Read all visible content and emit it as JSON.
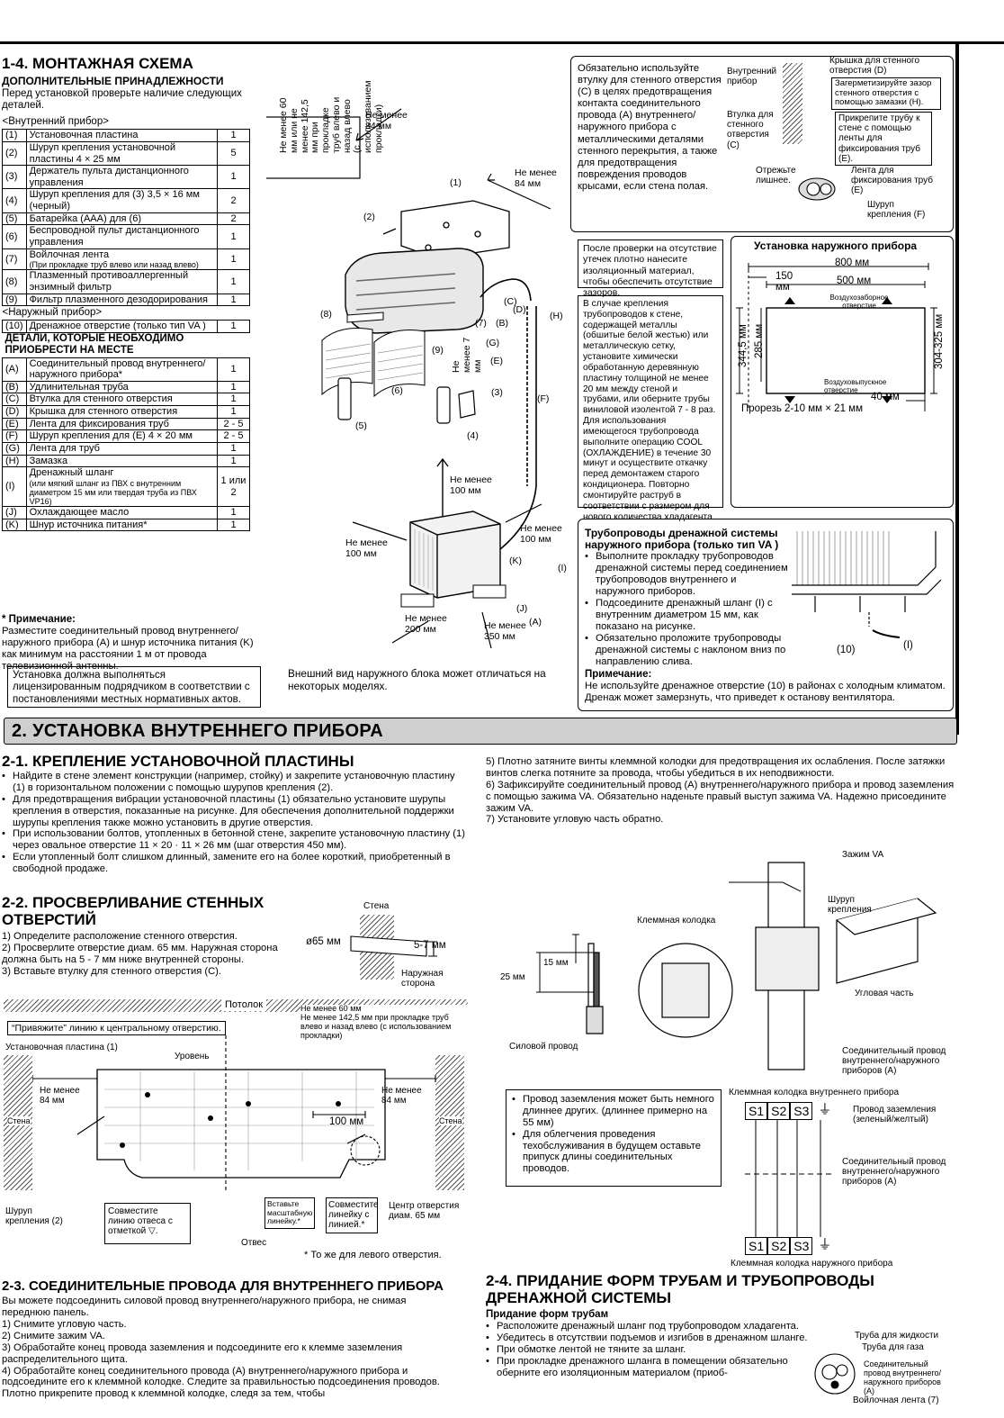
{
  "s14": {
    "title": "1-4. МОНТАЖНАЯ СХЕМА",
    "accessories_title": "ДОПОЛНИТЕЛЬНЫЕ ПРИНАДЛЕЖНОСТИ",
    "accessories_intro": "Перед установкой проверьте наличие следующих деталей.",
    "indoor_header": "<Внутренний прибор>",
    "indoor_rows": [
      {
        "n": "(1)",
        "name": "Установочная пластина",
        "q": "1"
      },
      {
        "n": "(2)",
        "name": "Шуруп крепления установочной пластины 4 × 25 мм",
        "q": "5"
      },
      {
        "n": "(3)",
        "name": "Держатель пульта дистанционного управления",
        "q": "1"
      },
      {
        "n": "(4)",
        "name": "Шуруп крепления для (3) 3,5 × 16 мм (черный)",
        "q": "2"
      },
      {
        "n": "(5)",
        "name": "Батарейка (AAA) для (6)",
        "q": "2"
      },
      {
        "n": "(6)",
        "name": "Беспроводной пульт дистанционного управления",
        "q": "1"
      },
      {
        "n": "(7)",
        "name": "Войлочная лента",
        "note": "(При прокладке труб влево или назад влево)",
        "q": "1"
      },
      {
        "n": "(8)",
        "name": "Плазменный противоаллергенный энзимный фильтр",
        "q": "1"
      },
      {
        "n": "(9)",
        "name": "Фильтр плазменного дезодорирования",
        "q": "1"
      }
    ],
    "outdoor_header": "<Наружный прибор>",
    "outdoor_rows": [
      {
        "n": "(10)",
        "name": "Дренажное отверстие (только тип VA )",
        "q": "1"
      }
    ],
    "onsite_title": "ДЕТАЛИ, КОТОРЫЕ НЕОБХОДИМО ПРИОБРЕСТИ НА МЕСТЕ",
    "onsite_rows": [
      {
        "n": "(A)",
        "name": "Соединительный провод внутреннего/наружного прибора*",
        "q": "1"
      },
      {
        "n": "(B)",
        "name": "Удлинительная труба",
        "q": "1"
      },
      {
        "n": "(C)",
        "name": "Втулка для стенного отверстия",
        "q": "1"
      },
      {
        "n": "(D)",
        "name": "Крышка для стенного отверстия",
        "q": "1"
      },
      {
        "n": "(E)",
        "name": "Лента для фиксирования труб",
        "q": "2 - 5"
      },
      {
        "n": "(F)",
        "name": "Шуруп крепления для (E) 4 × 20 мм",
        "q": "2 - 5"
      },
      {
        "n": "(G)",
        "name": "Лента для труб",
        "q": "1"
      },
      {
        "n": "(H)",
        "name": "Замазка",
        "q": "1"
      },
      {
        "n": "(I)",
        "name": "Дренажный шланг",
        "note": "(или мягкий шланг из ПВХ с внутренним диаметром 15 мм или твердая труба из ПВХ VP16)",
        "q": "1 или 2"
      },
      {
        "n": "(J)",
        "name": "Охлаждающее масло",
        "q": "1"
      },
      {
        "n": "(K)",
        "name": "Шнур источника питания*",
        "q": "1"
      }
    ],
    "note_title": "* Примечание:",
    "note_text": "Разместите соединительный провод внутреннего/наружного прибора (A) и шнур источника питания (K) как минимум на расстоянии 1 м от провода телевизионной антенны.",
    "license_box": "Установка должна выполняться лицензированным подрядчиком в соответствии с постановлениями местных нормативных актов.",
    "outdoor_look": "Внешний вид наружного блока может отличаться на некоторых моделях.",
    "bushing_text": "Обязательно используйте втулку для стенного отверстия (C) в целях предотвращения контакта соединительного провода (A) внутреннего/наружного прибора с металлическими деталями стенного перекрытия, а также для предотвращения повреждения проводов крысами, если стена полая.",
    "leak_text": "После проверки на отсутствие утечек плотно нанесите изоляционный материал, чтобы обеспечить отсутствие зазоров.",
    "metal_wall_text": "В случае крепления трубопроводов к стене, содержащей металлы (обшитые белой жестью) или металлическую сетку, установите химически обработанную деревянную пластину толщиной не менее 20 мм между стеной и трубами, или оберните трубы виниловой изолентой 7 - 8 раз. Для использования имеющегося трубопровода выполните операцию COOL (ОХЛАЖДЕНИЕ) в течение 30 минут и осуществите откачку перед демонтажем старого кондиционера. Повторно смонтируйте раструб в соответствии с размером для нового количества хладагента.",
    "diagram_labels": {
      "min60": "Не менее 60 мм или не менее 142,5 мм при прокладке труб влево и назад влево (с использованием прокладки)",
      "min84_a": "Не менее 84 мм",
      "min84_b": "Не менее 84 мм",
      "min7": "Не менее 7 мм",
      "min100_v": "Не менее 100 мм",
      "min100_l": "Не менее 100 мм",
      "min100_r": "Не менее 100 мм",
      "min200": "Не менее 200 мм",
      "min350": "Не менее 350 мм",
      "p1": "(1)",
      "p2": "(2)",
      "p3": "(3)",
      "p4": "(4)",
      "p5": "(5)",
      "p6": "(6)",
      "p7": "(7)",
      "p8": "(8)",
      "p9": "(9)",
      "pA": "(A)",
      "pB": "(B)",
      "pC": "(C)",
      "pD": "(D)",
      "pE": "(E)",
      "pF": "(F)",
      "pG": "(G)",
      "pH": "(H)",
      "pI": "(I)",
      "pJ": "(J)",
      "pK": "(K)"
    },
    "wall_diag": {
      "indoor": "Внутренний прибор",
      "bushing": "Втулка для стенного отверстия (C)",
      "cover": "Крышка для стенного отверстия (D)",
      "putty": "Загерметизируйте зазор стенного отверстия с помощью замазки (H).",
      "fix": "Прикрепите трубу к стене с помощью ленты для фиксирования труб (E).",
      "cut": "Отрежьте лишнее.",
      "tape": "Лента для фиксирования труб (E)",
      "screw": "Шуруп крепления (F)"
    },
    "outdoor_install": {
      "title": "Установка наружного прибора",
      "d800": "800 мм",
      "d150": "150 мм",
      "d500": "500 мм",
      "intake": "Воздухозаборное отверстие",
      "d344": "344,5 мм",
      "d285": "285 мм",
      "d304": "304-325 мм",
      "outlet": "Воздуховыпускное отверстие",
      "d40": "40 мм",
      "slot": "Прорезь 2-10 мм × 21 мм"
    },
    "drain": {
      "title": "Трубопроводы дренажной системы наружного прибора (только тип VA )",
      "items": [
        "Выполните прокладку трубопроводов дренажной системы перед соединением трубопроводов внутреннего и наружного приборов.",
        "Подсоедините дренажный шланг (I) с внутренним диаметром 15 мм, как показано на рисунке.",
        "Обязательно проложите трубопроводы дренажной системы с наклоном вниз по направлению слива."
      ],
      "note_title": "Примечание:",
      "note_text": "Не используйте дренажное отверстие (10) в районах с холодным климатом. Дренаж может замерзнуть, что приведет к останову вентилятора.",
      "l10": "(10)",
      "lI": "(I)"
    }
  },
  "banner": "2.  УСТАНОВКА ВНУТРЕННЕГО ПРИБОРА",
  "s21": {
    "title": "2-1. КРЕПЛЕНИЕ УСТАНОВОЧНОЙ ПЛАСТИНЫ",
    "items": [
      "Найдите в стене элемент конструкции (например, стойку) и закрепите установочную пластину (1) в горизонтальном положении с помощью шурупов крепления (2).",
      "Для предотвращения вибрации установочной пластины (1) обязательно установите шурупы крепления в отверстия, показанные на рисунке. Для обеспечения дополнительной поддержки шурупы крепления также можно установить в другие отверстия.",
      "При использовании болтов, утопленных в бетонной стене, закрепите установочную пластину (1) через овальное отверстие 11 × 20 · 11 × 26 мм (шаг отверстия 450 мм).",
      "Если утопленный болт слишком длинный, замените его на более короткий, приобретенный в свободной продаже."
    ]
  },
  "s22": {
    "title": "2-2. ПРОСВЕРЛИВАНИЕ СТЕННЫХ ОТВЕРСТИЙ",
    "items": [
      "1) Определите расположение стенного отверстия.",
      "2) Просверлите отверстие диам. 65 мм. Наружная сторона должна быть на 5 - 7 мм ниже внутренней стороны.",
      "3) Вставьте втулку для стенного отверстия (C)."
    ],
    "wall": "Стена",
    "d65": "ø65 мм",
    "d57": "5-7 мм",
    "outside": "Наружная сторона"
  },
  "plate": {
    "ceiling": "Потолок",
    "min60": "Не менее 60 мм",
    "min142": "Не менее 142,5 мм при прокладке труб влево и назад влево (с использованием прокладки)",
    "tie": "“Привяжите” линию к центральному отверстию.",
    "plate": "Установочная пластина (1)",
    "level": "Уровень",
    "min84_l": "Не менее 84 мм",
    "min84_r": "Не менее 84 мм",
    "wall_l": "Стена",
    "wall_r": "Стена",
    "d100": "100 мм",
    "screw": "Шуруп крепления (2)",
    "align": "Совместите линию отвеса с отметкой ▽.",
    "insert": "Вставьте масштабную линейку.*",
    "match": "Совместите линейку с линией.*",
    "center": "Центр отверстия диам. 65 мм",
    "plumb": "Отвес",
    "left_note": "* То же для левого отверстия."
  },
  "s23": {
    "title": "2-3. СОЕДИНИТЕЛЬНЫЕ ПРОВОДА ДЛЯ ВНУТРЕННЕГО ПРИБОРА",
    "intro": "Вы можете подсоединить силовой провод внутреннего/наружного прибора, не снимая переднюю панель.",
    "items": [
      "1) Снимите угловую часть.",
      "2) Снимите зажим VA.",
      "3) Обработайте конец провода заземления и подсоедините его к клемме заземления распределительного щита.",
      "4) Обработайте конец соединительного провода (A) внутреннего/наружного прибора и подсоедините его к клеммной колодке. Следите за правильностью подсоединения проводов. Плотно прикрепите провод к клеммной колодке, следя за тем, чтобы"
    ]
  },
  "s23r": {
    "items": [
      "5) Плотно затяните винты клеммной колодки для предотвращения их ослабления. После затяжки винтов слегка потяните за провода, чтобы убедиться в их неподвижности.",
      "6) Зафиксируйте соединительный провод (A) внутреннего/наружного прибора и провод заземления с помощью зажима VA. Обязательно наденьте правый выступ зажима VA. Надежно присоедините зажим VA.",
      "7) Установите угловую часть обратно."
    ],
    "clamp": "Зажим VA",
    "screw": "Шуруп крепления",
    "terminal": "Клеммная колодка",
    "corner": "Угловая часть",
    "d15": "15 мм",
    "d25": "25 мм",
    "power": "Силовой провод",
    "conn_wire": "Соединительный провод внутреннего/наружного приборов (A)",
    "indoor_tb": "Клеммная колодка внутреннего прибора",
    "outdoor_tb": "Клеммная колодка наружного прибора",
    "ground_wire": "Провод заземления (зеленый/желтый)",
    "conn_wire2": "Соединительный провод внутреннего/наружного приборов (A)",
    "t1": "S1",
    "t2": "S2",
    "t3": "S3",
    "ground_box": [
      "Провод заземления может быть немного длиннее других. (длиннее примерно на 55 мм)",
      "Для облегчения проведения техобслуживания в будущем оставьте припуск длины соединительных проводов."
    ]
  },
  "s24": {
    "title": "2-4. ПРИДАНИЕ ФОРМ ТРУБАМ И ТРУБОПРОВОДЫ ДРЕНАЖНОЙ СИСТЕМЫ",
    "sub": "Придание форм трубам",
    "items": [
      "Расположите дренажный шланг под трубопроводом хладагента.",
      "Убедитесь в отсутствии подъемов и изгибов в дренажном шланге.",
      "При обмотке лентой не тяните за шланг.",
      "При прокладке дренажного шланга в помещении обязательно оберните его изоляционным материалом (приоб-"
    ],
    "liquid": "Труба для жидкости",
    "gas": "Труба для газа",
    "conn": "Соединительный провод внутреннего/наружного приборов (A)",
    "felt": "Войлочная лента (7)"
  }
}
